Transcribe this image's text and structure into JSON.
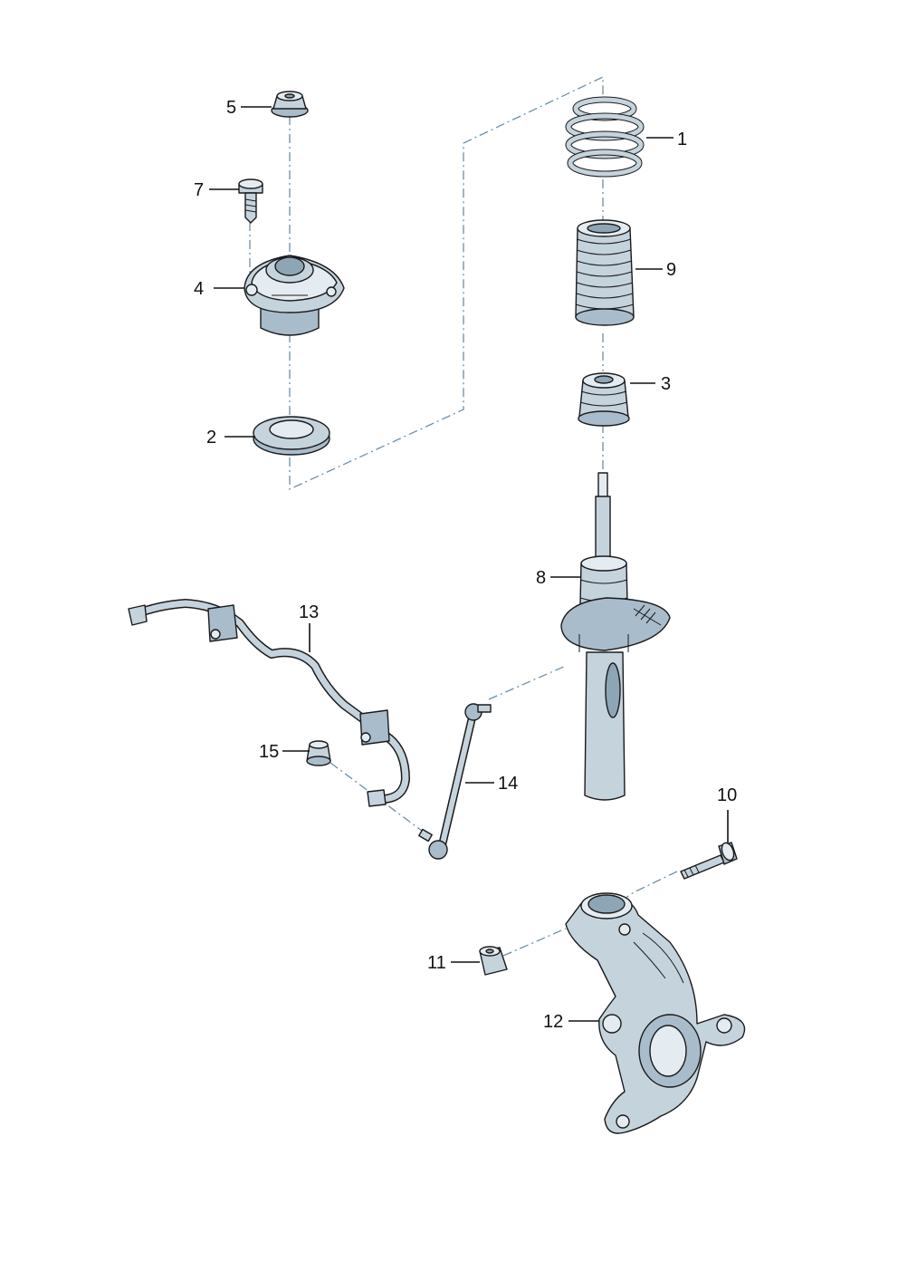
{
  "callouts": {
    "c1": "1",
    "c2": "2",
    "c3": "3",
    "c4": "4",
    "c5": "5",
    "c7": "7",
    "c8": "8",
    "c9": "9",
    "c10": "10",
    "c11": "11",
    "c12": "12",
    "c13": "13",
    "c14": "14",
    "c15": "15"
  },
  "colors": {
    "part_fill": "#c5d3dd",
    "part_shade": "#a9bccb",
    "outline": "#1a1a1a",
    "center_line": "#6b8fa8"
  }
}
